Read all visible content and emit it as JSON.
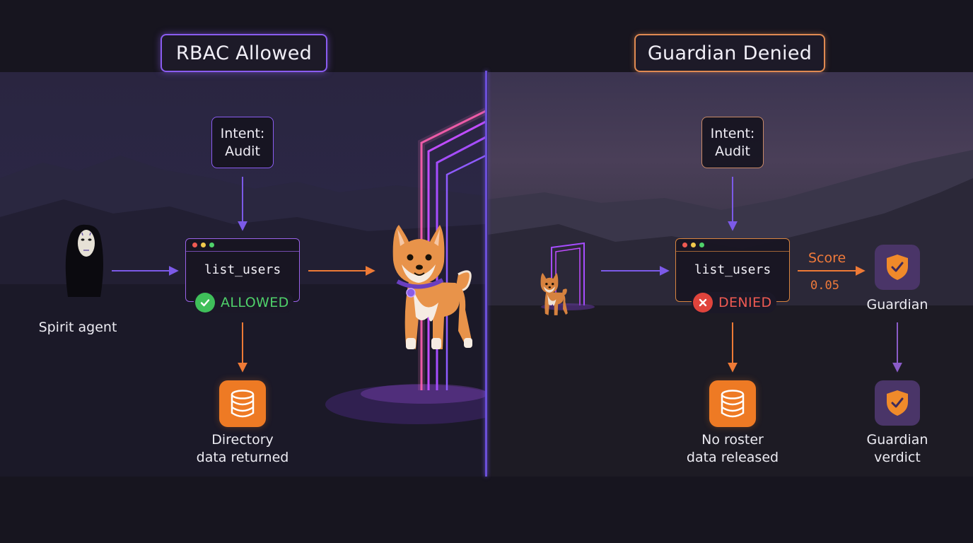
{
  "left": {
    "title": "RBAC Allowed",
    "agent_label": "Spirit agent",
    "intent_line1": "Intent:",
    "intent_line2": "Audit",
    "tool_name": "list_users",
    "status": "ALLOWED",
    "result_line1": "Directory",
    "result_line2": "data returned"
  },
  "right": {
    "title": "Guardian Denied",
    "intent_line1": "Intent:",
    "intent_line2": "Audit",
    "tool_name": "list_users",
    "status": "DENIED",
    "score_label": "Score",
    "score_value": "0.05",
    "guardian_label": "Guardian",
    "result_line1": "No roster",
    "result_line2": "data released",
    "verdict_line1": "Guardian",
    "verdict_line2": "verdict"
  },
  "colors": {
    "purple_accent": "#8a5cf0",
    "orange_accent": "#ee7a24",
    "allowed_green": "#4fd16a",
    "denied_red": "#ef5a52",
    "background": "#17151f"
  },
  "icons": {
    "database": "database-icon",
    "shield": "shield-check-icon",
    "check": "check-circle-icon",
    "cross": "x-circle-icon"
  }
}
